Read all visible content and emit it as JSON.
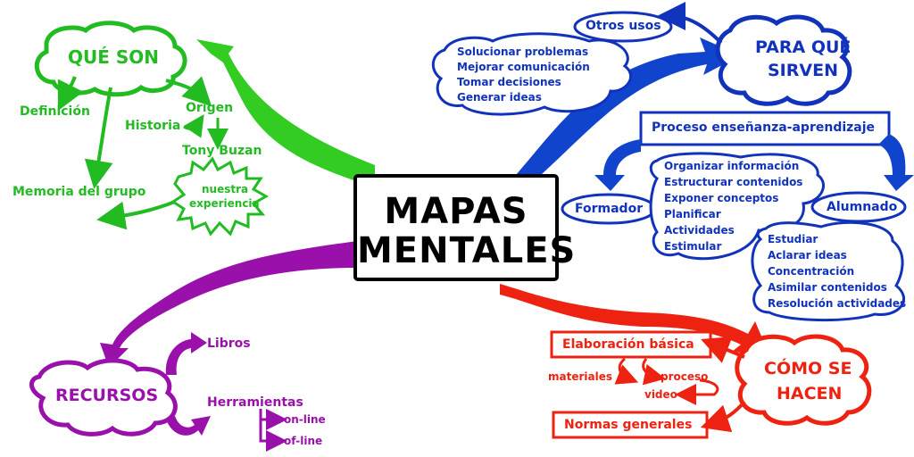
{
  "center": {
    "line1": "MAPAS",
    "line2": "MENTALES"
  },
  "que_son": {
    "title": "QUÉ SON",
    "definicion": "Definición",
    "origen": "Origen",
    "historia": "Historia",
    "tony_buzan": "Tony Buzan",
    "memoria": "Memoria del grupo",
    "experiencia_1": "nuestra",
    "experiencia_2": "experiencia"
  },
  "para_que": {
    "title_1": "PARA QUÉ",
    "title_2": "SIRVEN",
    "otros_usos": "Otros usos",
    "usos": [
      "Solucionar problemas",
      "Mejorar comunicación",
      "Tomar decisiones",
      "Generar ideas"
    ],
    "proceso": "Proceso enseñanza-aprendizaje",
    "formador": "Formador",
    "alumnado": "Alumnado",
    "formador_items": [
      "Organizar información",
      "Estructurar contenidos",
      "Exponer conceptos",
      "Planificar",
      "Actividades",
      "Estimular"
    ],
    "alumnado_items": [
      "Estudiar",
      "Aclarar ideas",
      "Concentración",
      "Asimilar contenidos",
      "Resolución actividades"
    ]
  },
  "como": {
    "title_1": "CÓMO SE",
    "title_2": "HACEN",
    "elaboracion": "Elaboración básica",
    "materiales": "materiales",
    "proceso": "proceso",
    "video": "video",
    "normas": "Normas generales"
  },
  "recursos": {
    "title": "RECURSOS",
    "libros": "Libros",
    "herramientas": "Herramientas",
    "online": "on-line",
    "ofline": "of-line"
  },
  "colors": {
    "green": "#22bb22",
    "blue": "#1133bb",
    "red": "#ee2211",
    "purple": "#9911aa"
  }
}
